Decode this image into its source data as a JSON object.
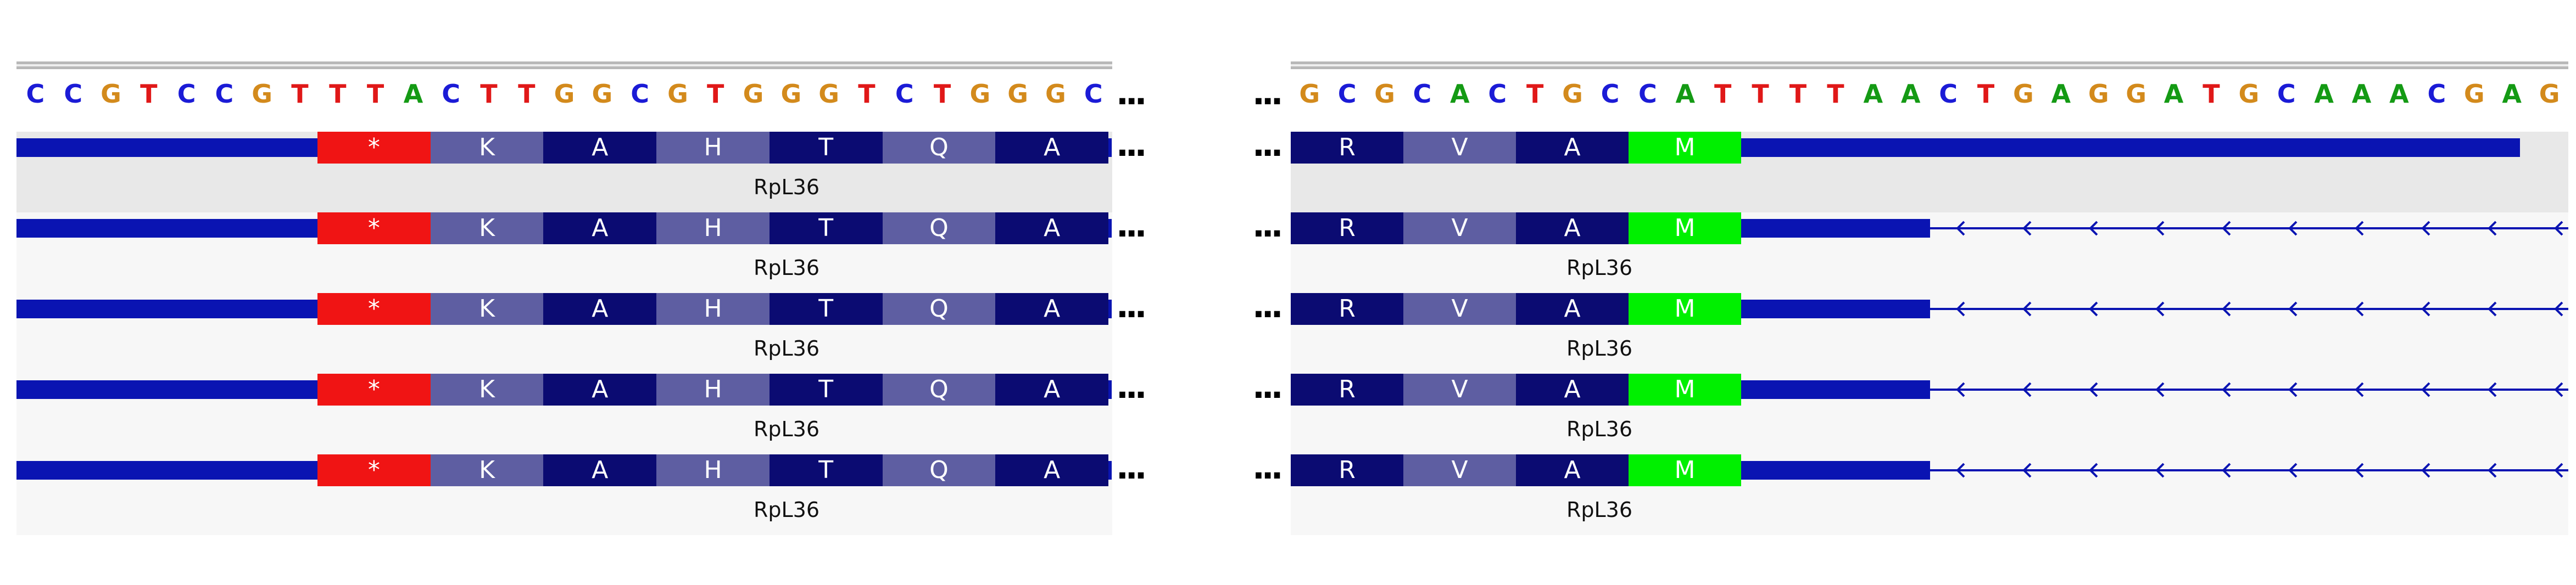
{
  "colors": {
    "A": "#149a14",
    "C": "#1b1bd6",
    "G": "#d38a1c",
    "T": "#e01818",
    "feature_line": "#0a14b2",
    "codon_dark": "#0b0b72",
    "codon_light": "#5e5ea2",
    "stop_codon": "#f01414",
    "start_codon": "#00f000"
  },
  "ellipsis": "...",
  "left_panel": {
    "sequence": [
      "C",
      "C",
      "G",
      "T",
      "C",
      "C",
      "G",
      "T",
      "T",
      "T",
      "A",
      "C",
      "T",
      "T",
      "G",
      "G",
      "C",
      "G",
      "T",
      "G",
      "G",
      "G",
      "T",
      "C",
      "T",
      "G",
      "G",
      "G",
      "C"
    ],
    "codons": [
      "*",
      "K",
      "A",
      "H",
      "T",
      "Q",
      "A"
    ],
    "tracks": [
      {
        "label": "RpL36"
      },
      {
        "label": "RpL36"
      },
      {
        "label": "RpL36"
      },
      {
        "label": "RpL36"
      },
      {
        "label": "RpL36"
      }
    ]
  },
  "right_panel": {
    "sequence": [
      "G",
      "C",
      "G",
      "C",
      "A",
      "C",
      "T",
      "G",
      "C",
      "C",
      "A",
      "T",
      "T",
      "T",
      "T",
      "A",
      "A",
      "C",
      "T",
      "G",
      "A",
      "G",
      "G",
      "A",
      "T",
      "G",
      "C",
      "A",
      "A",
      "A",
      "C",
      "G",
      "A",
      "G"
    ],
    "codons": [
      "R",
      "V",
      "A",
      "M"
    ],
    "tracks": [
      {
        "label": ""
      },
      {
        "label": "RpL36"
      },
      {
        "label": "RpL36"
      },
      {
        "label": "RpL36"
      },
      {
        "label": "RpL36"
      }
    ]
  }
}
